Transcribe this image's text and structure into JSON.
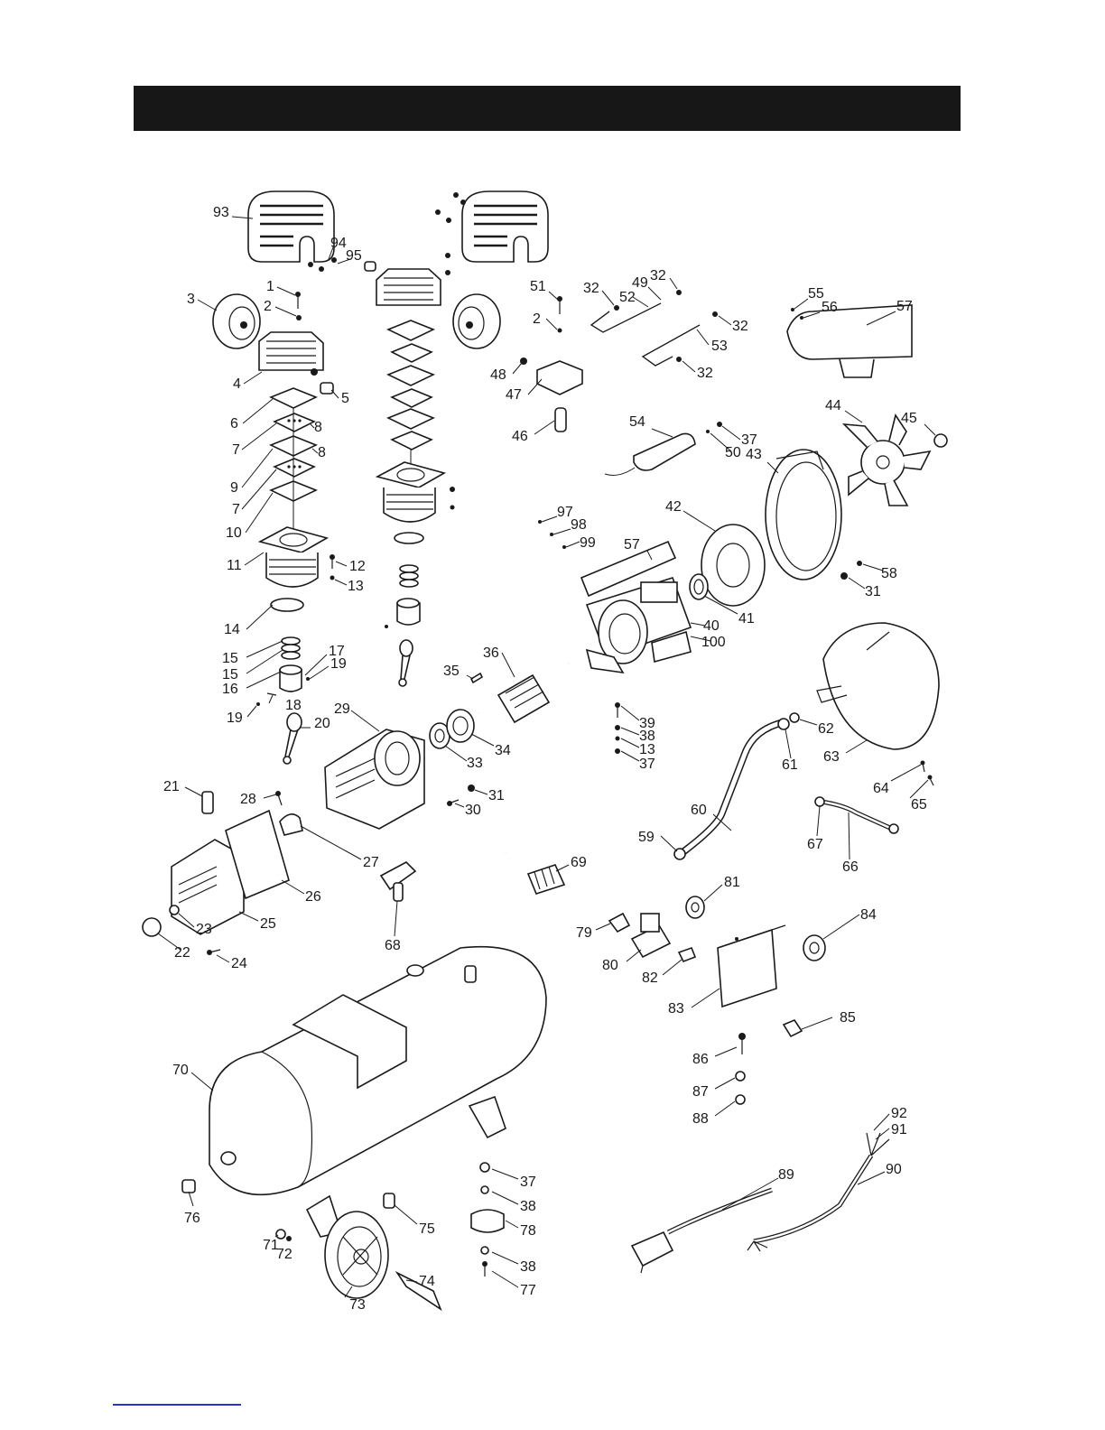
{
  "header": {
    "color": "#171717"
  },
  "footer": {
    "rule_color": "#2a35c9"
  },
  "callouts": [
    {
      "id": "93",
      "text": "93"
    },
    {
      "id": "94",
      "text": "94"
    },
    {
      "id": "95",
      "text": "95"
    },
    {
      "id": "1",
      "text": "1"
    },
    {
      "id": "2a",
      "text": "2"
    },
    {
      "id": "3",
      "text": "3"
    },
    {
      "id": "4",
      "text": "4"
    },
    {
      "id": "5",
      "text": "5"
    },
    {
      "id": "6",
      "text": "6"
    },
    {
      "id": "7a",
      "text": "7"
    },
    {
      "id": "8a",
      "text": "8"
    },
    {
      "id": "8b",
      "text": "8"
    },
    {
      "id": "9",
      "text": "9"
    },
    {
      "id": "7b",
      "text": "7"
    },
    {
      "id": "10",
      "text": "10"
    },
    {
      "id": "11",
      "text": "11"
    },
    {
      "id": "12",
      "text": "12"
    },
    {
      "id": "13a",
      "text": "13"
    },
    {
      "id": "14",
      "text": "14"
    },
    {
      "id": "15a",
      "text": "15"
    },
    {
      "id": "15b",
      "text": "15"
    },
    {
      "id": "16",
      "text": "16"
    },
    {
      "id": "17",
      "text": "17"
    },
    {
      "id": "19a",
      "text": "19"
    },
    {
      "id": "18",
      "text": "18"
    },
    {
      "id": "19b",
      "text": "19"
    },
    {
      "id": "20",
      "text": "20"
    },
    {
      "id": "21",
      "text": "21"
    },
    {
      "id": "22",
      "text": "22"
    },
    {
      "id": "23",
      "text": "23"
    },
    {
      "id": "24",
      "text": "24"
    },
    {
      "id": "25",
      "text": "25"
    },
    {
      "id": "26",
      "text": "26"
    },
    {
      "id": "27",
      "text": "27"
    },
    {
      "id": "28",
      "text": "28"
    },
    {
      "id": "29",
      "text": "29"
    },
    {
      "id": "30",
      "text": "30"
    },
    {
      "id": "31a",
      "text": "31"
    },
    {
      "id": "33",
      "text": "33"
    },
    {
      "id": "34",
      "text": "34"
    },
    {
      "id": "35",
      "text": "35"
    },
    {
      "id": "36",
      "text": "36"
    },
    {
      "id": "51",
      "text": "51"
    },
    {
      "id": "2b",
      "text": "2"
    },
    {
      "id": "32a",
      "text": "32"
    },
    {
      "id": "52",
      "text": "52"
    },
    {
      "id": "49",
      "text": "49"
    },
    {
      "id": "32b",
      "text": "32"
    },
    {
      "id": "32c",
      "text": "32"
    },
    {
      "id": "53",
      "text": "53"
    },
    {
      "id": "32d",
      "text": "32"
    },
    {
      "id": "48",
      "text": "48"
    },
    {
      "id": "47",
      "text": "47"
    },
    {
      "id": "46",
      "text": "46"
    },
    {
      "id": "55",
      "text": "55"
    },
    {
      "id": "56",
      "text": "56"
    },
    {
      "id": "57a",
      "text": "57"
    },
    {
      "id": "54",
      "text": "54"
    },
    {
      "id": "37a",
      "text": "37"
    },
    {
      "id": "50",
      "text": "50"
    },
    {
      "id": "43",
      "text": "43"
    },
    {
      "id": "44",
      "text": "44"
    },
    {
      "id": "45",
      "text": "45"
    },
    {
      "id": "97",
      "text": "97"
    },
    {
      "id": "98",
      "text": "98"
    },
    {
      "id": "99",
      "text": "99"
    },
    {
      "id": "57b",
      "text": "57"
    },
    {
      "id": "42",
      "text": "42"
    },
    {
      "id": "58",
      "text": "58"
    },
    {
      "id": "31b",
      "text": "31"
    },
    {
      "id": "41",
      "text": "41"
    },
    {
      "id": "40",
      "text": "40"
    },
    {
      "id": "100",
      "text": "100"
    },
    {
      "id": "39",
      "text": "39"
    },
    {
      "id": "38a",
      "text": "38"
    },
    {
      "id": "13b",
      "text": "13"
    },
    {
      "id": "37b",
      "text": "37"
    },
    {
      "id": "62",
      "text": "62"
    },
    {
      "id": "61",
      "text": "61"
    },
    {
      "id": "63",
      "text": "63"
    },
    {
      "id": "64",
      "text": "64"
    },
    {
      "id": "65",
      "text": "65"
    },
    {
      "id": "60",
      "text": "60"
    },
    {
      "id": "59",
      "text": "59"
    },
    {
      "id": "67",
      "text": "67"
    },
    {
      "id": "66",
      "text": "66"
    },
    {
      "id": "69",
      "text": "69"
    },
    {
      "id": "68",
      "text": "68"
    },
    {
      "id": "81",
      "text": "81"
    },
    {
      "id": "79",
      "text": "79"
    },
    {
      "id": "80",
      "text": "80"
    },
    {
      "id": "82",
      "text": "82"
    },
    {
      "id": "84",
      "text": "84"
    },
    {
      "id": "83",
      "text": "83"
    },
    {
      "id": "85",
      "text": "85"
    },
    {
      "id": "86",
      "text": "86"
    },
    {
      "id": "87",
      "text": "87"
    },
    {
      "id": "88",
      "text": "88"
    },
    {
      "id": "70",
      "text": "70"
    },
    {
      "id": "76",
      "text": "76"
    },
    {
      "id": "71",
      "text": "71"
    },
    {
      "id": "72",
      "text": "72"
    },
    {
      "id": "73",
      "text": "73"
    },
    {
      "id": "74",
      "text": "74"
    },
    {
      "id": "75",
      "text": "75"
    },
    {
      "id": "37c",
      "text": "37"
    },
    {
      "id": "38b",
      "text": "38"
    },
    {
      "id": "78",
      "text": "78"
    },
    {
      "id": "38c",
      "text": "38"
    },
    {
      "id": "77",
      "text": "77"
    },
    {
      "id": "89",
      "text": "89"
    },
    {
      "id": "92",
      "text": "92"
    },
    {
      "id": "91",
      "text": "91"
    },
    {
      "id": "90",
      "text": "90"
    }
  ]
}
